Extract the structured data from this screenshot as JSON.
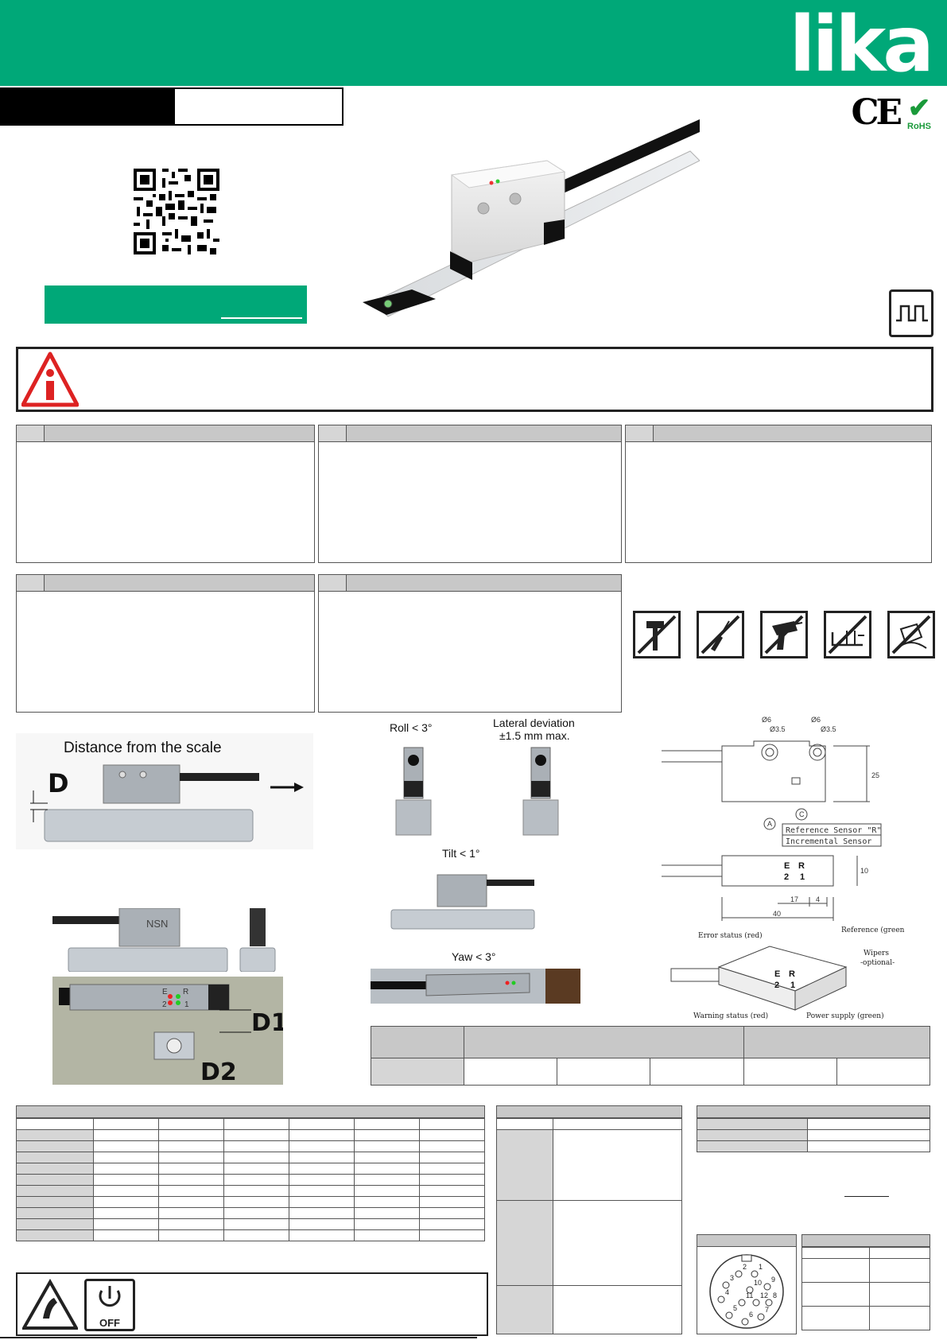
{
  "brand": {
    "logo_text": "lika",
    "ce_mark": "CE",
    "rohs_label": "RoHS"
  },
  "colors": {
    "brand_green": "#00a878",
    "panel_header": "#c8c8c8",
    "border": "#555555"
  },
  "icons": {
    "info": "warning-info-icon",
    "signal": "square-wave-icon",
    "tools": [
      "no-hammer-icon",
      "no-screwdriver-icon",
      "no-drill-icon",
      "no-cutting-icon",
      "no-bending-icon"
    ],
    "esd": "esd-warning-icon",
    "power_off": "power-off-icon"
  },
  "figures": {
    "distance": {
      "title": "Distance from the scale",
      "d_label": "D"
    },
    "roll": {
      "label": "Roll < 3°"
    },
    "lateral": {
      "label_line1": "Lateral deviation",
      "label_line2": "±1.5 mm max."
    },
    "tilt": {
      "label": "Tilt < 1°"
    },
    "yaw": {
      "label": "Yaw < 3°"
    },
    "d1_label": "D1",
    "d2_label": "D2",
    "nsn_label": "NSN",
    "led_letters": {
      "e": "E",
      "r": "R",
      "two": "2",
      "one": "1"
    },
    "drawing": {
      "dim_6a": "Ø6",
      "dim_6b": "Ø6",
      "dim_35a": "Ø3.5",
      "dim_35b": "Ø3.5",
      "ref_a": "A",
      "ref_c": "C",
      "legend_a": "Reference Sensor \"R\"",
      "legend_c": "Incremental Sensor",
      "dim_40": "40",
      "dim_17": "17",
      "dim_4": "4",
      "dim_25": "25",
      "dim_10": "10"
    },
    "status": {
      "error": "Error status (red)",
      "reference": "Reference (green)",
      "wipers1": "Wipers",
      "wipers2": "-optional-",
      "warning": "Warning status (red)",
      "power": "Power supply (green)"
    },
    "connector_pins": [
      "1",
      "2",
      "3",
      "4",
      "5",
      "6",
      "7",
      "8",
      "9",
      "10",
      "11",
      "12"
    ],
    "power_off_text": "OFF"
  }
}
